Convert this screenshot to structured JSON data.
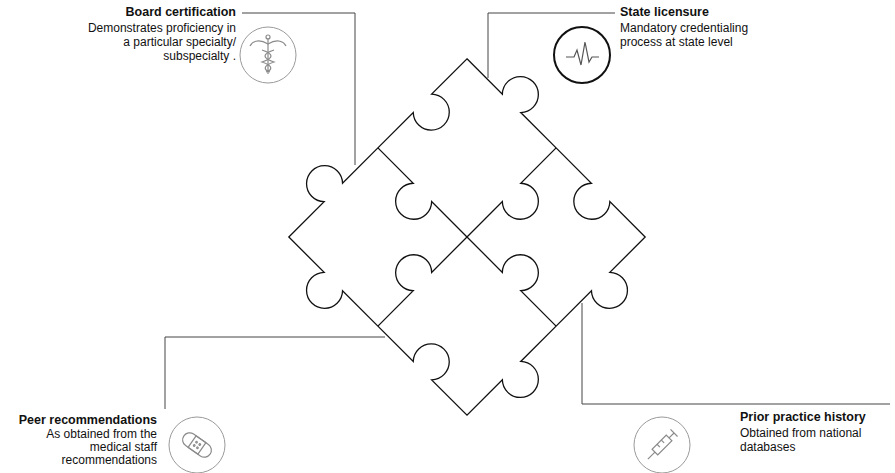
{
  "diagram": {
    "labels": [
      "Board certification",
      "Demonstrates proficiency in a particular specialty/ subspecialty .",
      "State licensure",
      "Mandatory credentialing process at state level",
      "Peer recommendations",
      "As obtained from the medical staff recommendations",
      "Prior practice history",
      "Obtained from national databases"
    ]
  }
}
